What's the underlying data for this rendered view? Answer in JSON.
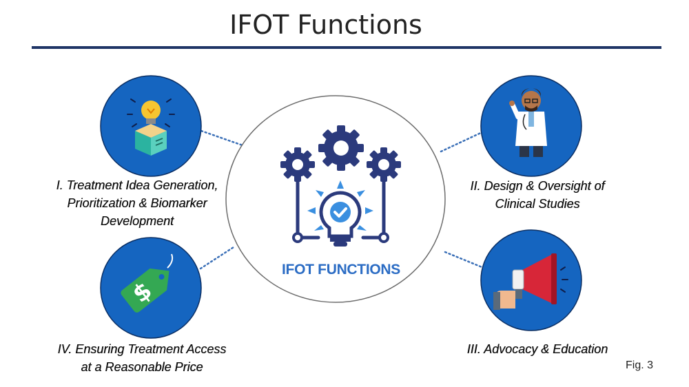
{
  "title": "IFOT Functions",
  "center": {
    "caption": "IFOT FUNCTIONS"
  },
  "functions": [
    {
      "lines": [
        "I. Treatment Idea Generation,",
        "Prioritization & Biomarker",
        "Development"
      ],
      "icon": "lightbulb-box-icon"
    },
    {
      "lines": [
        "II. Design & Oversight of",
        "Clinical Studies"
      ],
      "icon": "doctor-icon"
    },
    {
      "lines": [
        "III. Advocacy & Education"
      ],
      "icon": "megaphone-icon"
    },
    {
      "lines": [
        "IV. Ensuring Treatment Access",
        "at a Reasonable Price"
      ],
      "icon": "price-tag-icon"
    }
  ],
  "figure_label": "Fig. 3",
  "colors": {
    "node_fill": "#1565c0",
    "title_rule": "#1f3566",
    "caption": "#2b6cc4",
    "gear": "#2b3a7c",
    "connector": "#3a6fb7"
  }
}
